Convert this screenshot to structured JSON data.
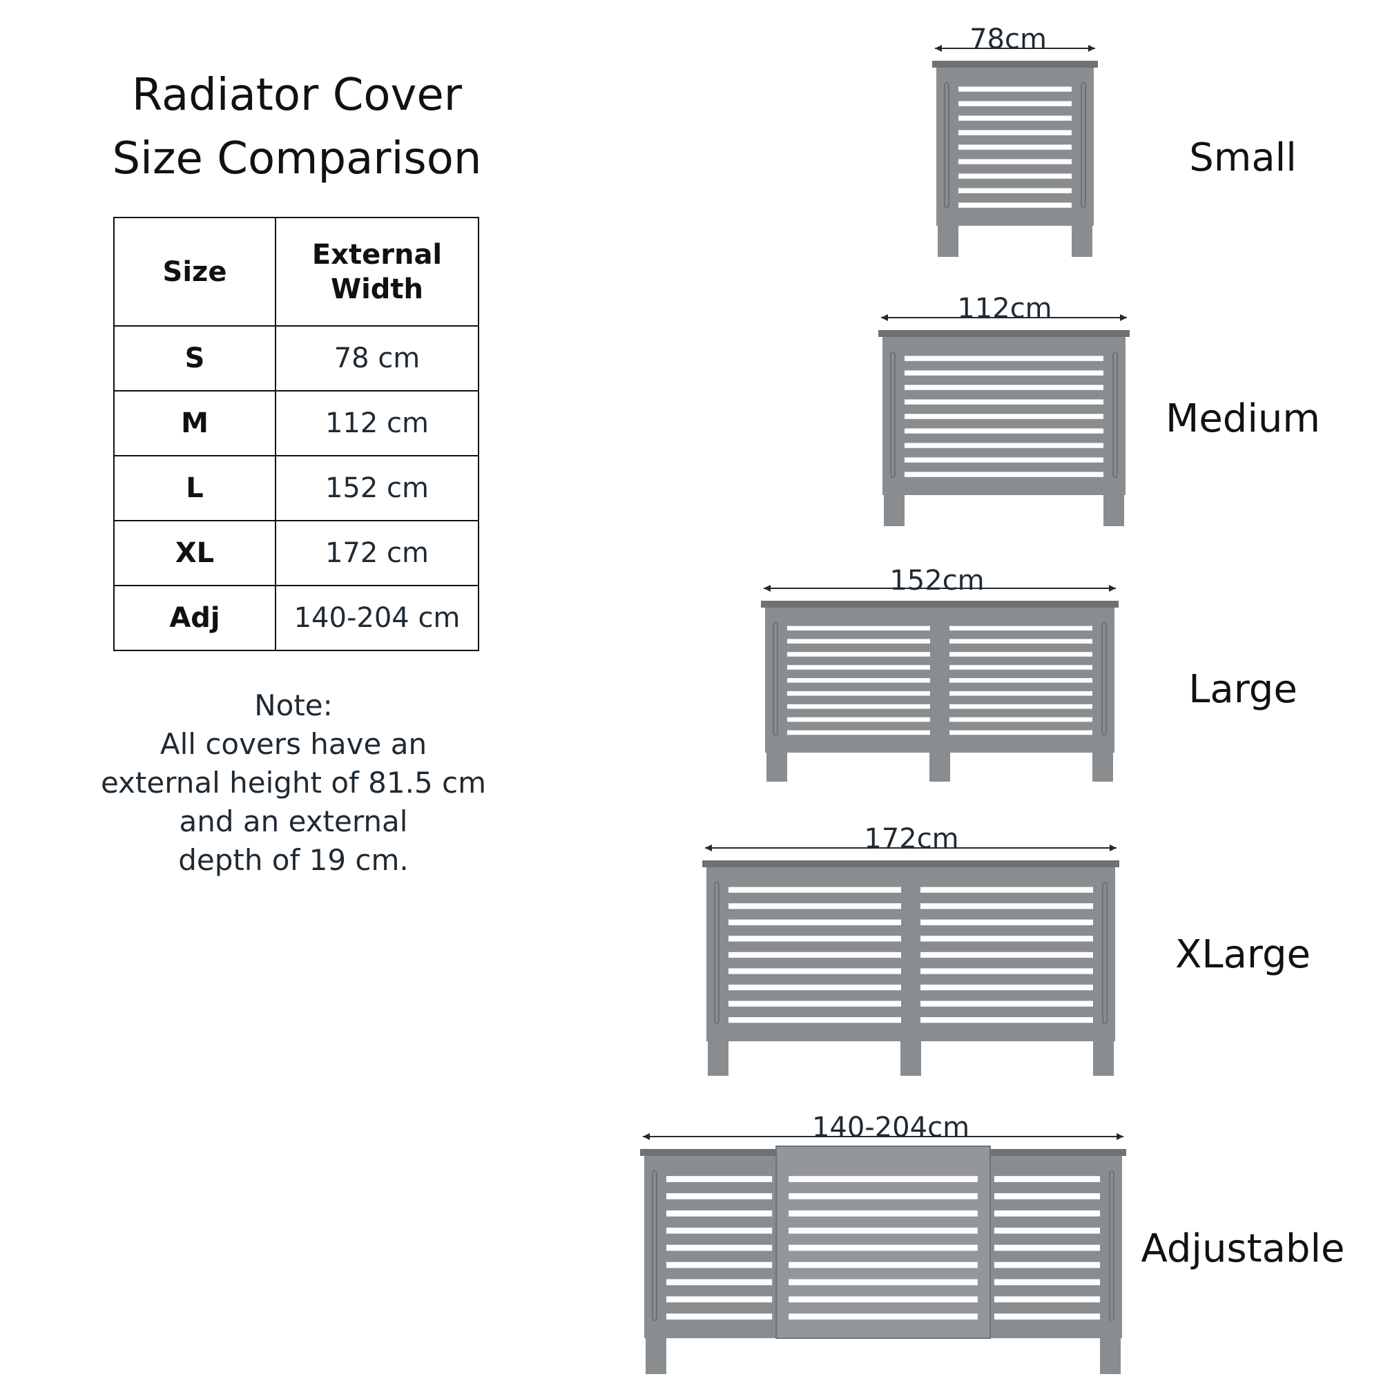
{
  "title": "Radiator Cover\nSize Comparison",
  "table": {
    "headers": [
      "Size",
      "External Width"
    ],
    "rows": [
      {
        "size": "S",
        "width": "78 cm"
      },
      {
        "size": "M",
        "width": "112 cm"
      },
      {
        "size": "L",
        "width": "152 cm"
      },
      {
        "size": "XL",
        "width": "172 cm"
      },
      {
        "size": "Adj",
        "width": "140-204 cm"
      }
    ]
  },
  "note": "Note:\nAll covers have an\nexternal height of 81.5 cm\nand an external\ndepth of 19 cm.",
  "covers": [
    {
      "name": "Small",
      "width_label": "78cm",
      "panels": 1
    },
    {
      "name": "Medium",
      "width_label": "112cm",
      "panels": 1
    },
    {
      "name": "Large",
      "width_label": "152cm",
      "panels": 2
    },
    {
      "name": "XLarge",
      "width_label": "172cm",
      "panels": 2
    },
    {
      "name": "Adjustable",
      "width_label": "140-204cm",
      "panels": 3
    }
  ],
  "colors": {
    "cover_fill": "#8a8d90",
    "cover_dark": "#6f7275",
    "slot": "#ffffff",
    "dimension_line": "#1f2a33"
  }
}
